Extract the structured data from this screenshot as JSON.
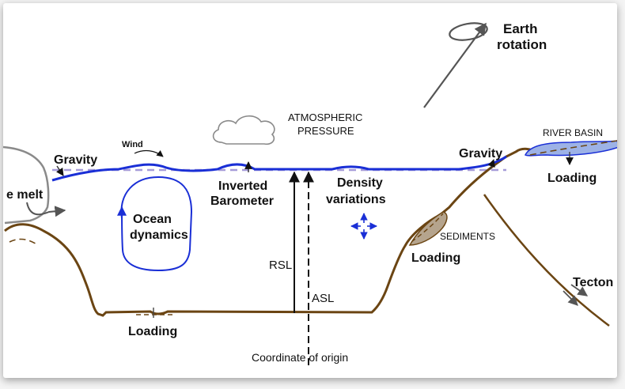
{
  "labels": {
    "earth_rotation_line1": "Earth",
    "earth_rotation_line2": "rotation",
    "atmospheric_line1": "ATMOSPHERIC",
    "atmospheric_line2": "PRESSURE",
    "river_basin": "RIVER BASIN",
    "gravity_left": "Gravity",
    "gravity_right": "Gravity",
    "wind": "Wind",
    "ice_melt": "e melt",
    "inverted_line1": "Inverted",
    "inverted_line2": "Barometer",
    "density_line1": "Density",
    "density_line2": "variations",
    "ocean_line1": "Ocean",
    "ocean_line2": "dynamics",
    "loading_river": "Loading",
    "loading_sediments": "Loading",
    "loading_bottom": "Loading",
    "sediments": "SEDIMENTS",
    "rsl": "RSL",
    "asl": "ASL",
    "tectonics": "Tecton",
    "coordinate_origin": "Coordinate of origin"
  },
  "colors": {
    "sea_surface": "#1a2fd6",
    "sea_floor": "#6b4513",
    "reference_dash": "#a69bd8",
    "ice": "#8a8a8a",
    "river_water": "#9db2e6",
    "sediment_fill": "#b5a48d"
  }
}
